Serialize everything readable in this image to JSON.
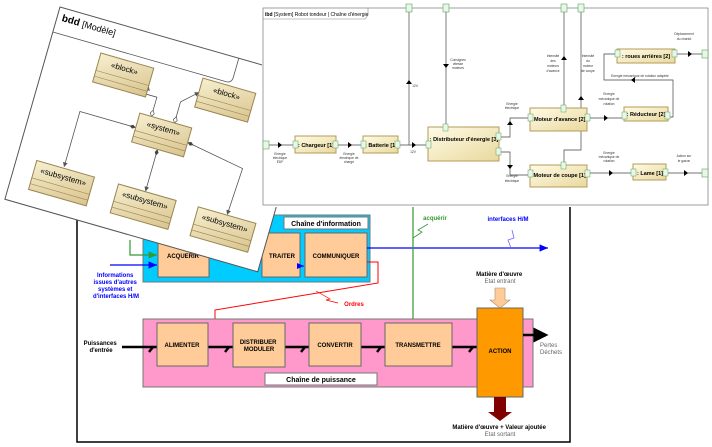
{
  "chain": {
    "info_title": "Chaîne d'information",
    "power_title": "Chaîne de puissance",
    "info_blocks": [
      "ACQUERIR",
      "TRAITER",
      "COMMUNIQUER"
    ],
    "power_blocks": [
      "ALIMENTER",
      "DISTRIBUER",
      "MODULER",
      "CONVERTIR",
      "TRANSMETTRE"
    ],
    "action": "ACTION",
    "acquerir": "acquérir",
    "interfaces": "interfaces H/M",
    "ordres": "Ordres",
    "informations": [
      "Informations",
      "issues d'autres",
      "systèmes et",
      "d'interfaces H/M"
    ],
    "puissances": [
      "Puissances",
      "d'entrée"
    ],
    "pertes": [
      "Pertes",
      "Déchets"
    ],
    "matiere_in": [
      "Matière d'œuvre",
      "Etat entrant"
    ],
    "matiere_out": [
      "Matière d'œuvre + Valeur ajoutée",
      "Etat sortant"
    ],
    "colors": {
      "info_bg": "#00ccff",
      "power_bg": "#ff99cc",
      "block": "#ffcc99",
      "action": "#ff9900",
      "output": "#800000",
      "orders": "#ff0000",
      "acquire": "#339933",
      "hmi": "#0000ff"
    }
  },
  "bdd": {
    "keyword": "bdd",
    "name": "[Modèle]",
    "blocks": [
      "«block»",
      "«block»",
      "«system»",
      "«subsystem»",
      "«subsystem»",
      "«subsystem»"
    ]
  },
  "ibd": {
    "keyword": "ibd",
    "header": "[System] Robot tondeur | Chaîne d'énergie",
    "parts": {
      "chargeur": ": Chargeur [1]",
      "batterie": ": Batterie [1]",
      "distributeur": ": Distributeur d'énergie [3]",
      "moteur_avance": ": Moteur d'avance [2]",
      "moteur_coupe": ": Moteur de coupe [1]",
      "roues": ": roues arrières [2]",
      "reducteur": ": Réducteur [2]",
      "lame": ": Lame [1]"
    },
    "flows": {
      "edf": [
        "Energie",
        "électrique",
        "EDF"
      ],
      "charge": [
        "Energie",
        "électrique de",
        "charge"
      ],
      "v12a": "12V",
      "v12b": "12V",
      "consignes": [
        "Consignes",
        "vitesse",
        "moteurs"
      ],
      "int_avance": [
        "Intensité",
        "des",
        "moteurs",
        "d'avance"
      ],
      "int_coupe": [
        "Intensité",
        "du",
        "moteur",
        "de coupe"
      ],
      "elec1": [
        "Energie",
        "électrique"
      ],
      "elec2": [
        "Energie",
        "électrique"
      ],
      "meca_rot1": [
        "Energie",
        "mécanique de",
        "rotation"
      ],
      "meca_adapt": "Energie mécanique de rotation adaptée",
      "deplacement": [
        "Déplacement",
        "du chariot"
      ],
      "meca_rot2": [
        "Energie",
        "mécanique de",
        "rotation"
      ],
      "gazon": [
        "Action sur",
        "le gazon"
      ]
    }
  }
}
